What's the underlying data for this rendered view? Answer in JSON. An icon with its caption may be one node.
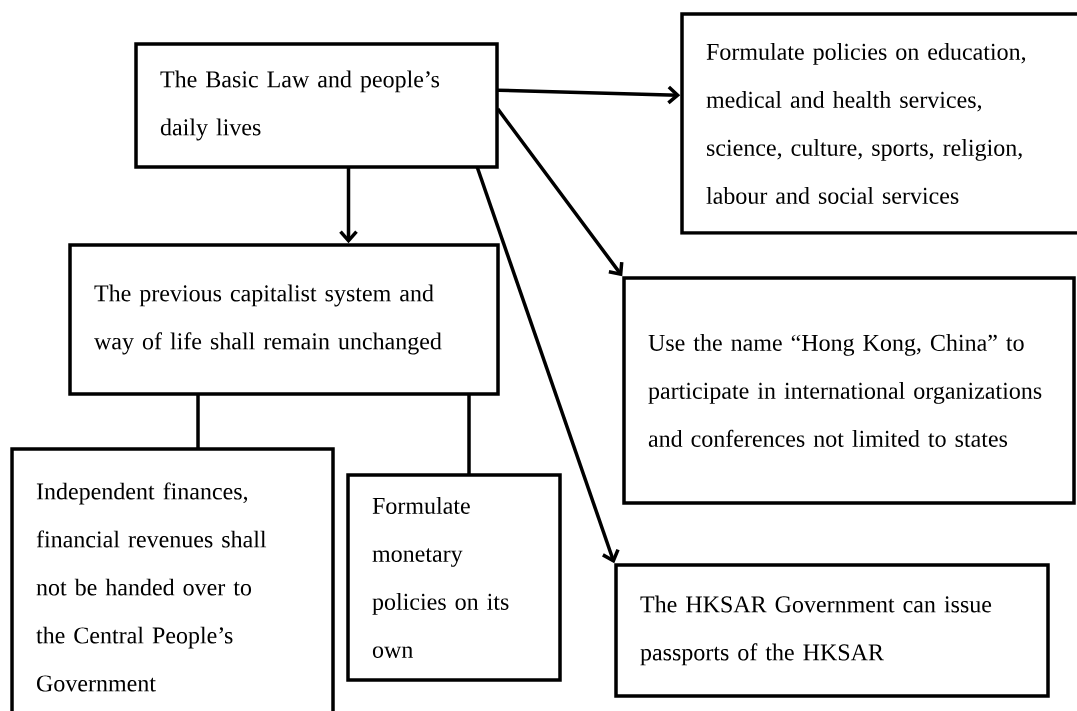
{
  "diagram": {
    "nodes": [
      {
        "text": [
          "The Basic Law and people’s daily lives"
        ]
      },
      {
        "text": [
          "Formulate policies on education, medical and health services, science, culture, sports, religion, labour and social services"
        ]
      },
      {
        "text": [
          "The previous capitalist system and way of life shall remain unchanged"
        ]
      },
      {
        "text": [
          "Use the name “Hong Kong, China” to participate in international organizations and conferences not limited to states"
        ]
      },
      {
        "text": [
          "Independent finances, financial revenues shall not be handed over to the Central People’s Government"
        ]
      },
      {
        "text": [
          "Formulate monetary policies on its own"
        ]
      },
      {
        "text": [
          "The HKSAR Government can issue passports of the HKSAR"
        ]
      }
    ],
    "edges": [
      {
        "from": 0,
        "to": 1,
        "arrow": "to"
      },
      {
        "from": 0,
        "to": 2,
        "arrow": "to"
      },
      {
        "from": 0,
        "to": 3,
        "arrow": "to"
      },
      {
        "from": 0,
        "to": 6,
        "arrow": "to"
      },
      {
        "from": 2,
        "to": 4,
        "arrow": "none"
      },
      {
        "from": 2,
        "to": 5,
        "arrow": "none"
      }
    ]
  }
}
